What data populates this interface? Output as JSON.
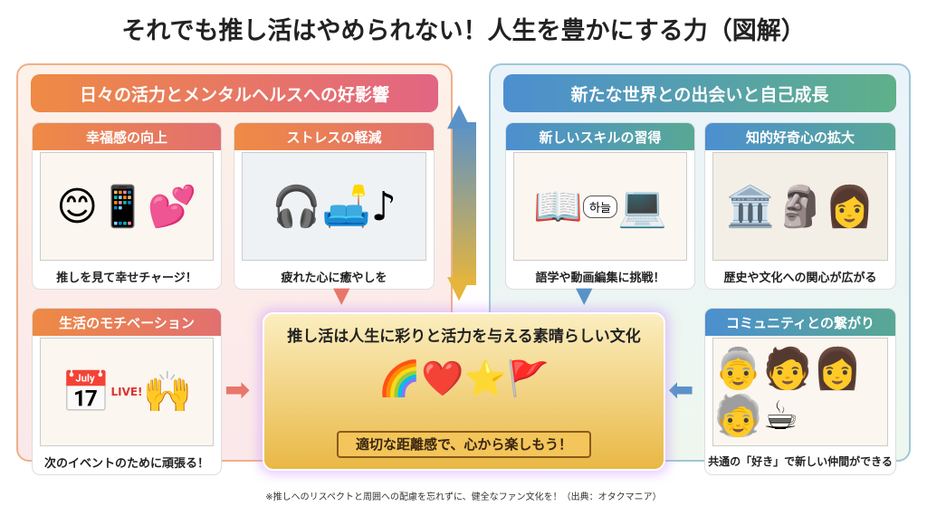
{
  "title": "それでも推し活はやめられない！人生を豊かにする力（図解）",
  "left_panel": {
    "heading": "日々の活力とメンタルヘルスへの好影響",
    "cards": [
      {
        "title": "幸福感の向上",
        "caption": "推しを見て幸せチャージ！",
        "icon": "heart-tablet"
      },
      {
        "title": "ストレスの軽減",
        "caption": "疲れた心に癒やしを",
        "icon": "relax-headphones"
      },
      {
        "title": "生活のモチベーション",
        "caption": "次のイベントのために頑張る！",
        "icon": "calendar-cheer",
        "calendar_text": "LIVE!"
      }
    ]
  },
  "right_panel": {
    "heading": "新たな世界との出会いと自己成長",
    "cards": [
      {
        "title": "新しいスキルの習得",
        "caption": "語学や動画編集に挑戦！",
        "icon": "study-laptop",
        "bubble": "하늘"
      },
      {
        "title": "知的好奇心の拡大",
        "caption": "歴史や文化への関心が広がる",
        "icon": "museum-bust"
      },
      {
        "title": "コミュニティとの繋がり",
        "caption": "共通の「好き」で新しい仲間ができる",
        "icon": "friends-cafe"
      }
    ]
  },
  "center": {
    "title": "推し活は人生に彩りと活力を与える素晴らしい文化",
    "ribbon": "適切な距離感で、心から楽しもう！"
  },
  "footnote": "※推しへのリスペクトと周囲への配慮を忘れずに、健全なファン文化を！（出典：オタクマニア）"
}
